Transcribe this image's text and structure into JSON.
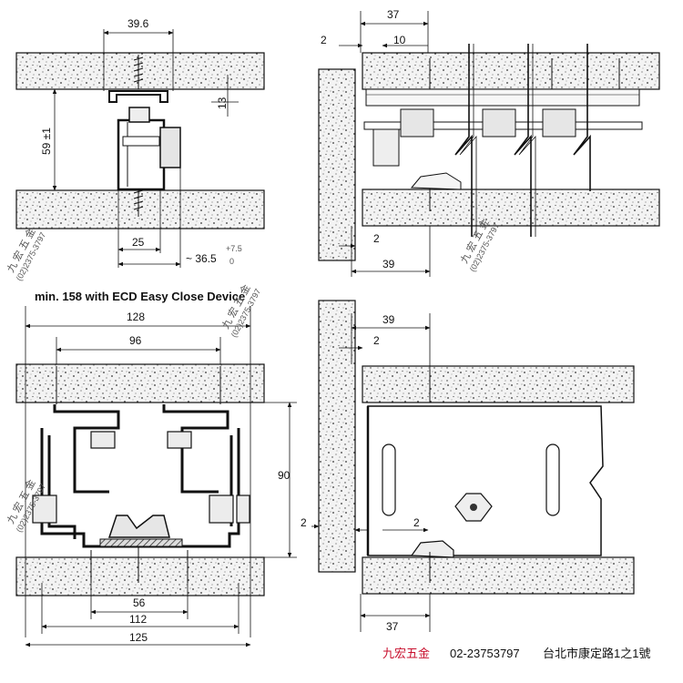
{
  "title": "min. 158 with ECD Easy Close Device",
  "dims": {
    "tl_width": "39.6",
    "tl_height": "59 ±1",
    "tl_gap": "13",
    "tl_offset": "25",
    "tl_approx": "~ 36.5",
    "tl_tol_top": "+7.5",
    "tl_tol_bot": "0",
    "tr_top": "37",
    "tr_left": "2",
    "tr_inner": "10",
    "tr_gap": "2",
    "tr_bottom": "39",
    "bl_128": "128",
    "bl_96": "96",
    "bl_90": "90",
    "bl_56": "56",
    "bl_112": "112",
    "bl_125": "125",
    "br_39": "39",
    "br_2a": "2",
    "br_2b": "2",
    "br_2c": "2",
    "br_37": "37"
  },
  "watermark": {
    "brand": "九 宏 五 金",
    "phone": "(02)2375-3797"
  },
  "footer": {
    "brand": "九宏五金",
    "phone": "02-23753797",
    "address": "台北市康定路1之1號"
  },
  "colors": {
    "line": "#111111",
    "concrete": "#f1f1f1",
    "brand_red": "#c8102e"
  }
}
